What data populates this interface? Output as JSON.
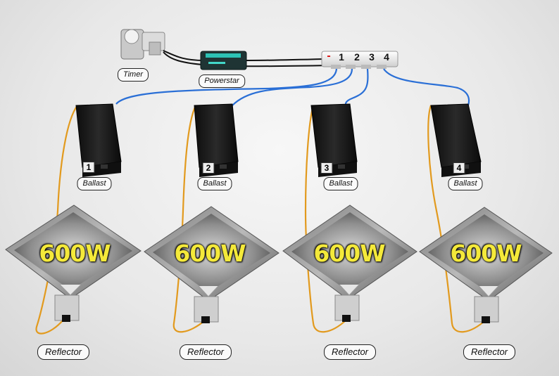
{
  "timer_label": "Timer",
  "contactor_label": "Powerstar",
  "strip": {
    "minus": "-",
    "outlets": [
      "1",
      "2",
      "3",
      "4"
    ]
  },
  "ballast_label": "Ballast",
  "reflector_label": "Reflector",
  "ballasts": [
    {
      "number": "1"
    },
    {
      "number": "2"
    },
    {
      "number": "3"
    },
    {
      "number": "4"
    }
  ],
  "lamps": [
    {
      "wattage": "600W"
    },
    {
      "wattage": "600W"
    },
    {
      "wattage": "600W"
    },
    {
      "wattage": "600W"
    }
  ],
  "colors": {
    "cable_blue": "#2a6fd6",
    "cable_orange": "#e29a1e",
    "wattage_text": "#f4e93a",
    "ballast_body": "#1c1c1c"
  }
}
